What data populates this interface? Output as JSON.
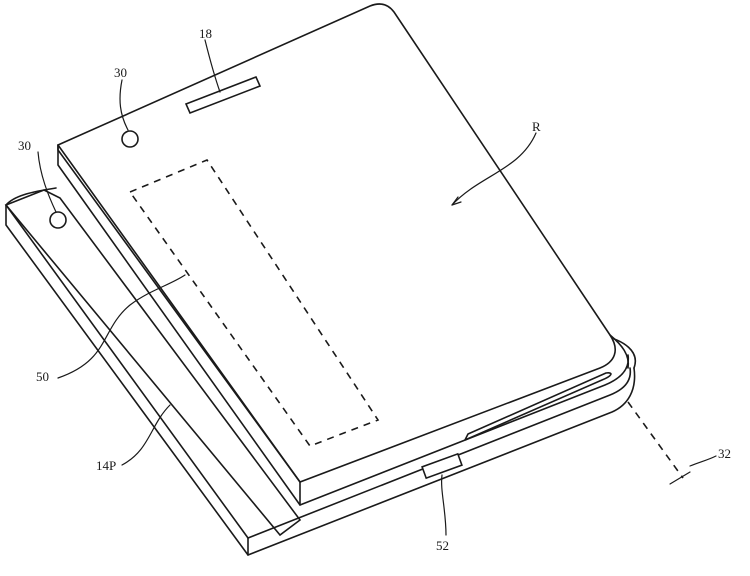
{
  "labels": {
    "sensor_top": "30",
    "sensor_bottom": "30",
    "speaker": "18",
    "region": "R",
    "dashed_area": "50",
    "bottom_panel": "14P",
    "port": "52",
    "hinge_axis": "32"
  },
  "colors": {
    "line": "#1a1a1a",
    "background": "#ffffff"
  }
}
